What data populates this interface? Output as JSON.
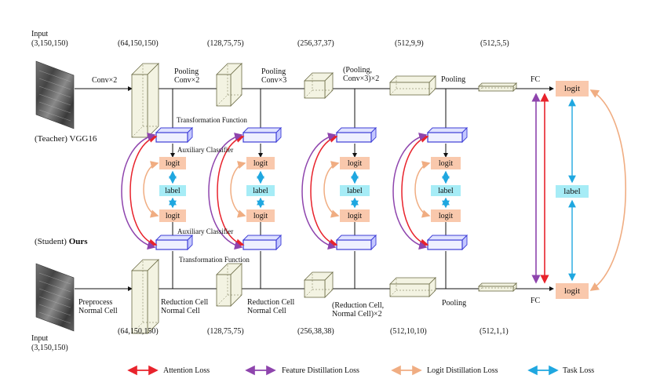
{
  "teacher": {
    "input_label": "Input",
    "input_dims": "(3,150,150)",
    "name": "(Teacher) VGG16",
    "op_first": "Conv×2",
    "op2": "Pooling\nConv×2",
    "op3": "Pooling\nConv×3",
    "op4": "(Pooling,\nConv×3)×2",
    "op5": "Pooling",
    "fc": "FC",
    "dims": [
      "(64,150,150)",
      "(128,75,75)",
      "(256,37,37)",
      "(512,9,9)",
      "(512,5,5)"
    ]
  },
  "student": {
    "input_label": "Input",
    "input_dims": "(3,150,150)",
    "name_prefix": "(Student)",
    "name_bold": "Ours",
    "op_first": "Preprocess\nNormal Cell",
    "op2": "Reduction Cell\nNormal Cell",
    "op3": "Reduction Cell\nNormal Cell",
    "op4": "(Reduction Cell,\nNormal Cell)×2",
    "op5": "Pooling",
    "fc": "FC",
    "dims": [
      "(64,150,150)",
      "(128,75,75)",
      "(256,38,38)",
      "(512,10,10)",
      "(512,1,1)"
    ]
  },
  "stage_labels": {
    "transformation_function": "Transformation Function",
    "auxiliary_classifier": "Auxiliary Classifier"
  },
  "nodes": {
    "logit": "logit",
    "label": "label"
  },
  "legend": [
    {
      "label": "Attention Loss",
      "color": "#e8232c"
    },
    {
      "label": "Feature Distillation Loss",
      "color": "#8e44ad"
    },
    {
      "label": "Logit Distillation Loss",
      "color": "#f0ad82"
    },
    {
      "label": "Task Loss",
      "color": "#1fa7e0"
    }
  ],
  "colors": {
    "feature_block": "#f3f3e2",
    "transform_block": "#3c3cd6",
    "logit_fill": "#f9c8ac",
    "label_fill": "#a6ecf6"
  }
}
